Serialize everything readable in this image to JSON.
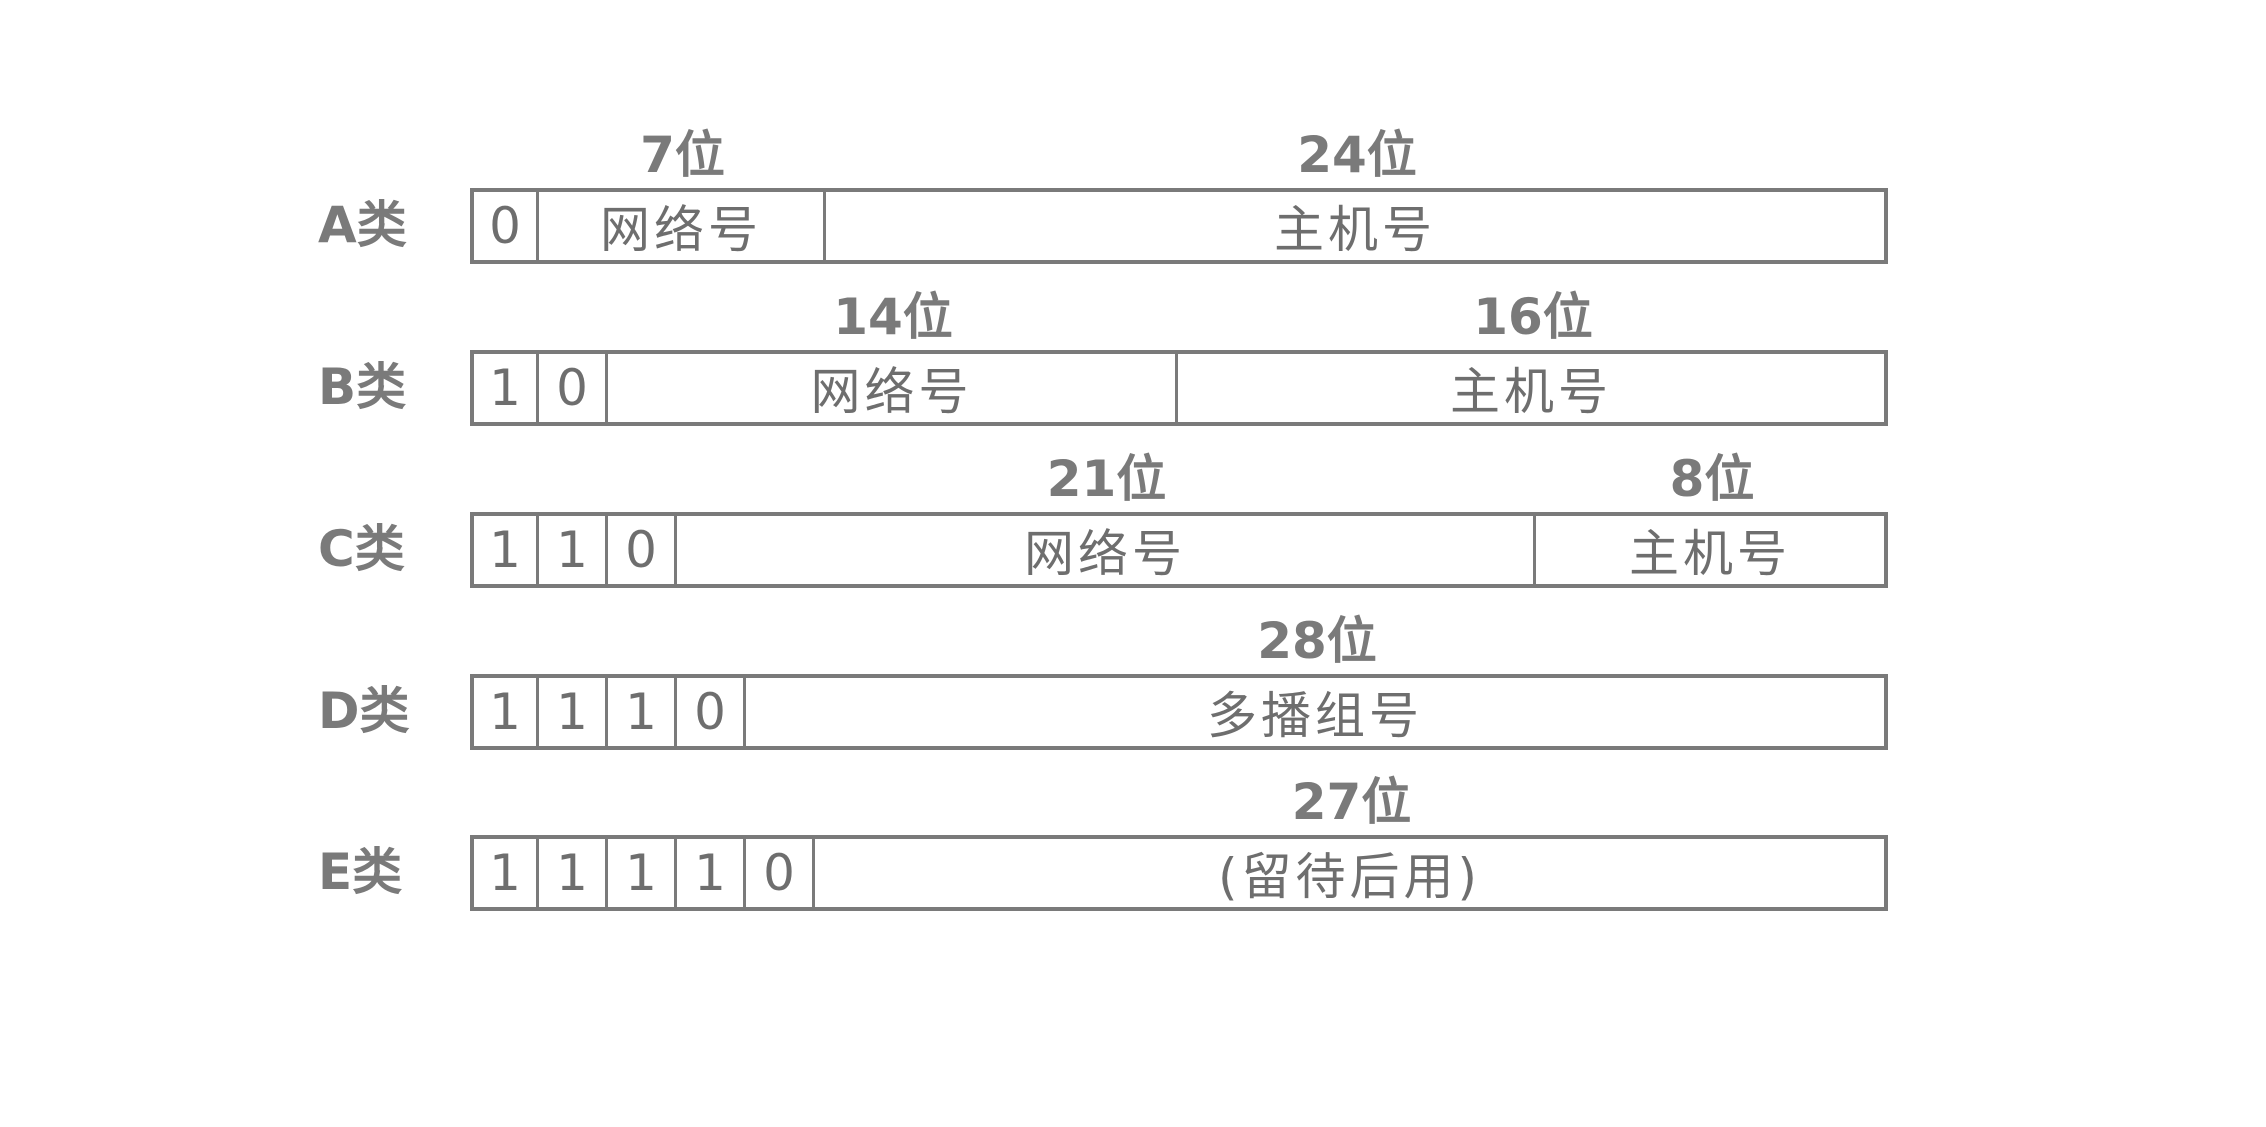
{
  "diagram": {
    "rows": [
      {
        "label": "A类",
        "cells": [
          {
            "kind": "bit",
            "text": "0"
          },
          {
            "kind": "field",
            "text": "网络号"
          },
          {
            "kind": "field",
            "text": "主机号"
          }
        ],
        "widths": [
          {
            "text": "7位",
            "field": 1
          },
          {
            "text": "24位",
            "field": 2
          }
        ]
      },
      {
        "label": "B类",
        "cells": [
          {
            "kind": "bit",
            "text": "1"
          },
          {
            "kind": "bit",
            "text": "0"
          },
          {
            "kind": "field",
            "text": "网络号"
          },
          {
            "kind": "field",
            "text": "主机号"
          }
        ],
        "widths": [
          {
            "text": "14位",
            "field": 2
          },
          {
            "text": "16位",
            "field": 3
          }
        ]
      },
      {
        "label": "C类",
        "cells": [
          {
            "kind": "bit",
            "text": "1"
          },
          {
            "kind": "bit",
            "text": "1"
          },
          {
            "kind": "bit",
            "text": "0"
          },
          {
            "kind": "field",
            "text": "网络号"
          },
          {
            "kind": "field",
            "text": "主机号"
          }
        ],
        "widths": [
          {
            "text": "21位",
            "field": 3
          },
          {
            "text": "8位",
            "field": 4
          }
        ]
      },
      {
        "label": "D类",
        "cells": [
          {
            "kind": "bit",
            "text": "1"
          },
          {
            "kind": "bit",
            "text": "1"
          },
          {
            "kind": "bit",
            "text": "1"
          },
          {
            "kind": "bit",
            "text": "0"
          },
          {
            "kind": "field",
            "text": "多播组号"
          }
        ],
        "widths": [
          {
            "text": "28位",
            "field": 4
          }
        ]
      },
      {
        "label": "E类",
        "cells": [
          {
            "kind": "bit",
            "text": "1"
          },
          {
            "kind": "bit",
            "text": "1"
          },
          {
            "kind": "bit",
            "text": "1"
          },
          {
            "kind": "bit",
            "text": "1"
          },
          {
            "kind": "bit",
            "text": "0"
          },
          {
            "kind": "field",
            "text": "(留待后用)"
          }
        ],
        "widths": [
          {
            "text": "27位",
            "field": 5
          }
        ]
      }
    ]
  }
}
